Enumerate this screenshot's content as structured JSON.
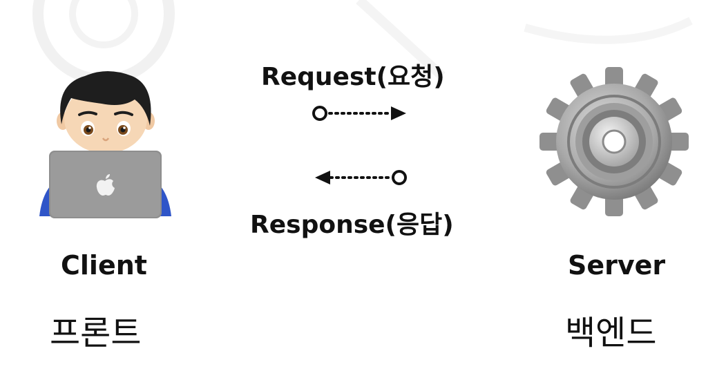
{
  "request_label": "Request(요청)",
  "response_label": "Response(응답)",
  "client": {
    "title": "Client",
    "caption": "프론트",
    "icon": "developer-with-laptop-icon"
  },
  "server": {
    "title": "Server",
    "caption": "백엔드",
    "icon": "gear-icon"
  },
  "colors": {
    "text": "#111111",
    "gear": "#9a9a9a",
    "laptop": "#8e8e8e",
    "shirt": "#2f55c8",
    "hair": "#1e1e1e",
    "skin": "#f6d7b6"
  }
}
